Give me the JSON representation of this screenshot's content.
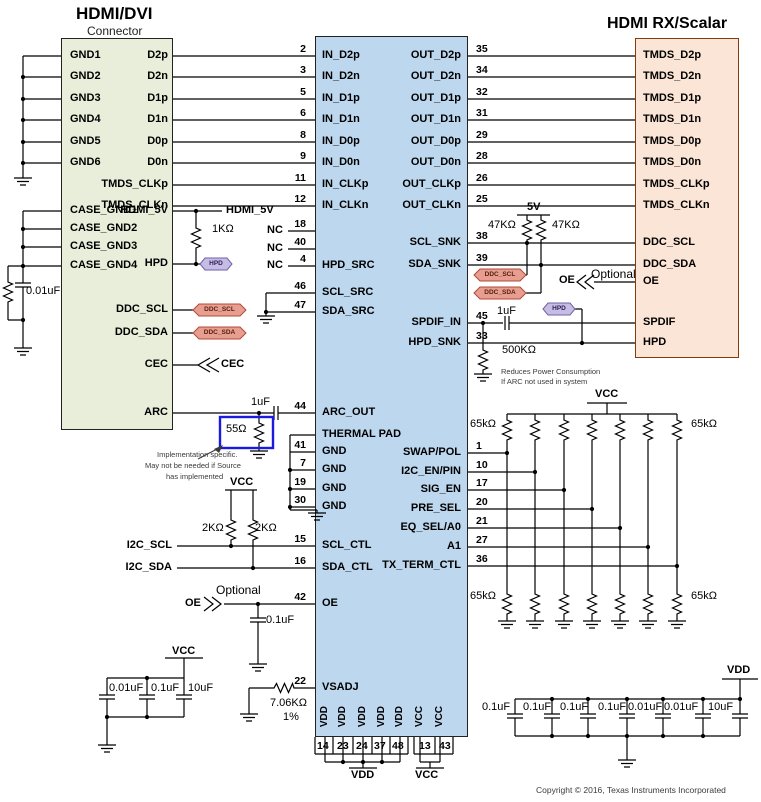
{
  "header": {
    "left_title": "HDMI/DVI",
    "left_subtitle": "Connector",
    "right_title": "HDMI RX/Scalar"
  },
  "connector": {
    "left_pins": [
      "GND1",
      "GND2",
      "GND3",
      "GND4",
      "GND5",
      "GND6",
      "CASE_GND1",
      "CASE_GND2",
      "CASE_GND3",
      "CASE_GND4"
    ],
    "right_pins": [
      "D2p",
      "D2n",
      "D1p",
      "D1n",
      "D0p",
      "D0n",
      "TMDS_CLKp",
      "TMDS_CLKn",
      "HDMI_5V",
      "HPD",
      "DDC_SCL",
      "DDC_SDA",
      "CEC",
      "ARC"
    ]
  },
  "ic": {
    "nc": "NC",
    "left_pins": [
      {
        "num": "2",
        "name": "IN_D2p"
      },
      {
        "num": "3",
        "name": "IN_D2n"
      },
      {
        "num": "5",
        "name": "IN_D1p"
      },
      {
        "num": "6",
        "name": "IN_D1n"
      },
      {
        "num": "8",
        "name": "IN_D0p"
      },
      {
        "num": "9",
        "name": "IN_D0n"
      },
      {
        "num": "11",
        "name": "IN_CLKp"
      },
      {
        "num": "12",
        "name": "IN_CLKn"
      },
      {
        "num": "18",
        "name": ""
      },
      {
        "num": "40",
        "name": ""
      },
      {
        "num": "4",
        "name": "HPD_SRC"
      },
      {
        "num": "46",
        "name": "SCL_SRC"
      },
      {
        "num": "47",
        "name": "SDA_SRC"
      },
      {
        "num": "44",
        "name": "ARC_OUT"
      },
      {
        "num": "",
        "name": "THERMAL PAD"
      },
      {
        "num": "41",
        "name": "GND"
      },
      {
        "num": "7",
        "name": "GND"
      },
      {
        "num": "19",
        "name": "GND"
      },
      {
        "num": "30",
        "name": "GND"
      },
      {
        "num": "15",
        "name": "SCL_CTL"
      },
      {
        "num": "16",
        "name": "SDA_CTL"
      },
      {
        "num": "42",
        "name": "OE"
      },
      {
        "num": "22",
        "name": "VSADJ"
      }
    ],
    "right_pins": [
      {
        "num": "35",
        "name": "OUT_D2p"
      },
      {
        "num": "34",
        "name": "OUT_D2n"
      },
      {
        "num": "32",
        "name": "OUT_D1p"
      },
      {
        "num": "31",
        "name": "OUT_D1n"
      },
      {
        "num": "29",
        "name": "OUT_D0p"
      },
      {
        "num": "28",
        "name": "OUT_D0n"
      },
      {
        "num": "26",
        "name": "OUT_CLKp"
      },
      {
        "num": "25",
        "name": "OUT_CLKn"
      },
      {
        "num": "38",
        "name": "SCL_SNK"
      },
      {
        "num": "39",
        "name": "SDA_SNK"
      },
      {
        "num": "45",
        "name": "SPDIF_IN"
      },
      {
        "num": "33",
        "name": "HPD_SNK"
      },
      {
        "num": "1",
        "name": "SWAP/POL"
      },
      {
        "num": "10",
        "name": "I2C_EN/PIN"
      },
      {
        "num": "17",
        "name": "SIG_EN"
      },
      {
        "num": "20",
        "name": "PRE_SEL"
      },
      {
        "num": "21",
        "name": "EQ_SEL/A0"
      },
      {
        "num": "27",
        "name": "A1"
      },
      {
        "num": "36",
        "name": "TX_TERM_CTL"
      }
    ],
    "bottom_pins": [
      {
        "num": "14",
        "name": "VDD"
      },
      {
        "num": "23",
        "name": "VDD"
      },
      {
        "num": "24",
        "name": "VDD"
      },
      {
        "num": "37",
        "name": "VDD"
      },
      {
        "num": "48",
        "name": "VDD"
      },
      {
        "num": "13",
        "name": "VCC"
      },
      {
        "num": "43",
        "name": "VCC"
      }
    ]
  },
  "scalar_pins": [
    "TMDS_D2p",
    "TMDS_D2n",
    "TMDS_D1p",
    "TMDS_D1n",
    "TMDS_D0p",
    "TMDS_D0n",
    "TMDS_CLKp",
    "TMDS_CLKn",
    "DDC_SCL",
    "DDC_SDA",
    "OE",
    "SPDIF",
    "HPD"
  ],
  "nets": {
    "hdmi_5v": "HDMI_5V",
    "hpd": "HPD",
    "ddc_scl": "DDC_SCL",
    "ddc_sda": "DDC_SDA",
    "cec": "CEC",
    "oe": "OE",
    "optional": "Optional",
    "i2c_scl": "I2C_SCL",
    "i2c_sda": "I2C_SDA",
    "vcc": "VCC",
    "vdd": "VDD",
    "v5": "5V"
  },
  "values": {
    "r1k": "1KΩ",
    "r2k": "2KΩ",
    "r55": "55Ω",
    "r47k": "47KΩ",
    "r65k": "65kΩ",
    "r500k": "500KΩ",
    "r706": "7.06KΩ",
    "tol": "1%",
    "c1u": "1uF",
    "c01": "0.1uF",
    "c001": "0.01uF",
    "c10u": "10uF",
    "bank": [
      "0.1uF",
      "0.1uF",
      "0.1uF",
      "0.1uF",
      "0.01uF",
      "0.01uF",
      "10uF"
    ]
  },
  "notes": {
    "impl_1": "Implementation specific.",
    "impl_2": "May not be needed if Source",
    "impl_3": "has implemented",
    "arc_1": "Reduces Power Consumption",
    "arc_2": "If ARC not used in system"
  },
  "footer": {
    "copyright": "Copyright © 2016, Texas Instruments Incorporated"
  }
}
